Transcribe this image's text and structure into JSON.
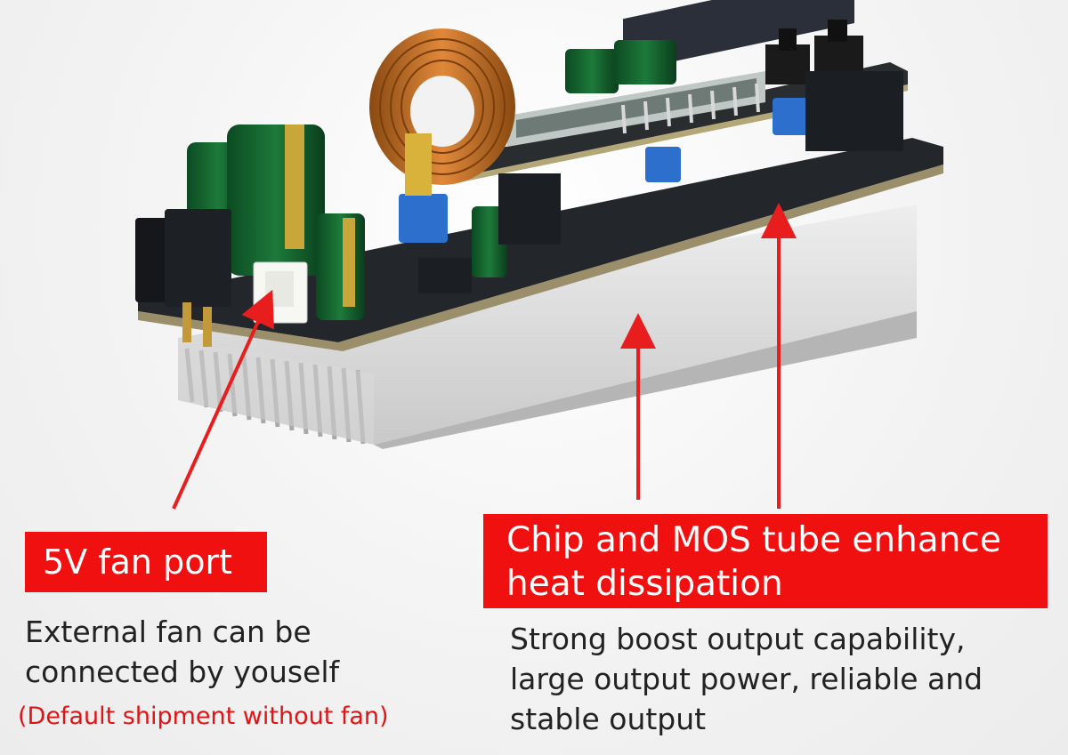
{
  "callouts": {
    "fan_port": {
      "label": "5V fan port",
      "line1": "External fan can be",
      "line2": "connected by youself",
      "note": "(Default shipment without fan)"
    },
    "chip_mos": {
      "label_line1": "Chip and MOS tube enhance",
      "label_line2": "heat dissipation",
      "line1": "Strong boost output capability,",
      "line2": "large output power, reliable and",
      "line3": "stable output"
    }
  },
  "colors": {
    "accent_red": "#f01010",
    "note_red": "#e01414",
    "arrow_red": "#e81e1e",
    "text_dark": "#222222"
  }
}
